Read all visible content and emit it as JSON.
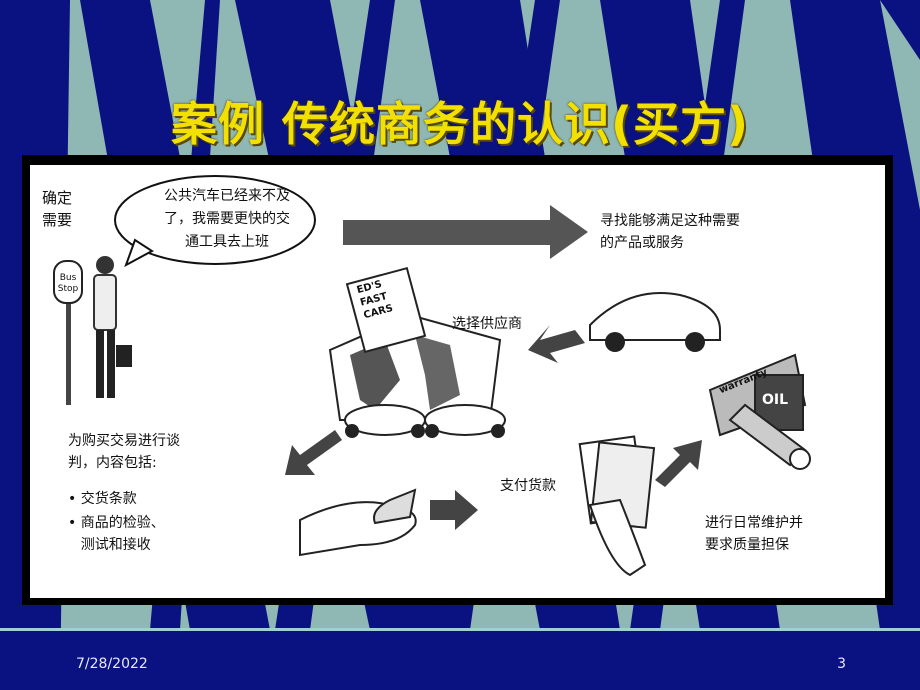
{
  "slide": {
    "title": "案例    传统商务的认识(买方)",
    "date": "7/28/2022",
    "page_number": "3"
  },
  "diagram": {
    "step_identify": "确定\n需要",
    "speech_bubble": "公共汽车已经来不及\n了，我需要更快的交\n通工具去上班",
    "bus_sign": "Bus\nStop",
    "step_search": "寻找能够满足这种需要\n的产品或服务",
    "step_select": "选择供应商",
    "dealer_sign": "ED'S\nFAST\nCARS",
    "step_negotiate": "为购买交易进行谈\n判，内容包括:",
    "bullet_1": "交货条款",
    "bullet_2": "商品的检验、\n测试和接收",
    "step_pay": "支付货款",
    "step_maintain": "进行日常维护并\n要求质量担保",
    "warranty_label": "warranty",
    "oil_label": "OIL"
  },
  "colors": {
    "background": "#8fb7b4",
    "stripe": "#0a1180",
    "title": "#f2e000",
    "footer": "#0a1180"
  }
}
